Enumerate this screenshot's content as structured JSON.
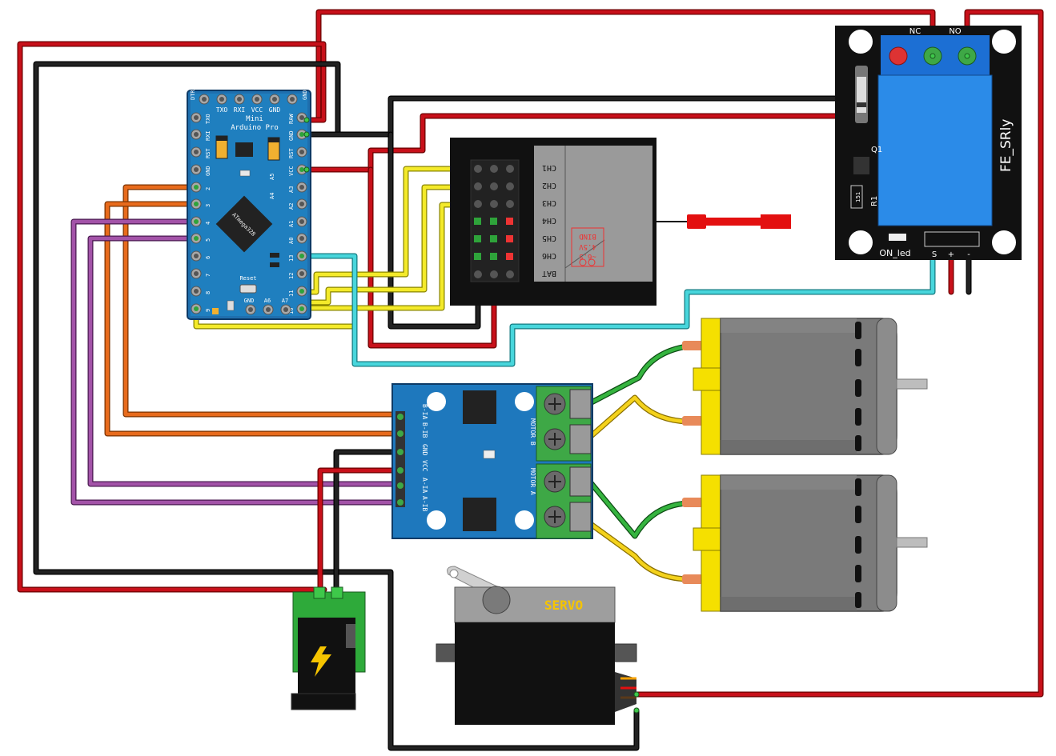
{
  "arduino": {
    "board_line1": "Mini",
    "board_line2": "Arduino Pro",
    "chip": "ATmega328",
    "reset": "Reset",
    "top_pins": [
      "DTR",
      "TXO",
      "RXI",
      "VCC",
      "GND",
      "GND"
    ],
    "top_pin_labels": [
      "TXO",
      "RXI",
      "VCC",
      "GND"
    ],
    "left_pins": [
      "TXO",
      "RXI",
      "RST",
      "GND",
      "2",
      "3",
      "4",
      "5",
      "6",
      "7",
      "8",
      "9"
    ],
    "right_pins": [
      "RAW",
      "GND",
      "RST",
      "VCC",
      "A3",
      "A2",
      "A1",
      "A0",
      "13",
      "12",
      "11",
      "10"
    ],
    "bottom_pins": [
      "GND",
      "A6",
      "A7"
    ],
    "side_labels": [
      "A5",
      "A4"
    ]
  },
  "receiver": {
    "channels": [
      "CH1",
      "CH2",
      "CH3",
      "CH4",
      "CH5",
      "CH6",
      "BAT"
    ],
    "bind_lines": [
      "BIND",
      "4.5V",
      "~6.5"
    ]
  },
  "relay": {
    "label": "FE_SRly",
    "nc": "NC",
    "no": "NO",
    "q1": "Q1",
    "r1": "R1",
    "resistor": "151",
    "led": "ON_led",
    "s": "S",
    "plus": "+",
    "minus": "-"
  },
  "driver": {
    "pins": [
      "B-IA",
      "B-IB",
      "GND",
      "VCC",
      "A-IA",
      "A-IB"
    ],
    "motor_b": "MOTOR B",
    "motor_a": "MOTOR A"
  },
  "servo": {
    "label": "SERVO"
  },
  "colors": {
    "red_wire": "#c8101a",
    "black_wire": "#1a1a1a",
    "orange_wire": "#e0661a",
    "purple_wire": "#9a4aa0",
    "yellow_wire": "#f2e600",
    "cyan_wire": "#33c6d0",
    "green_wire": "#2ea33a",
    "arduino_board": "#1f7fbf",
    "relay_module": "#1e88e5",
    "motor_cap": "#f5e000"
  }
}
